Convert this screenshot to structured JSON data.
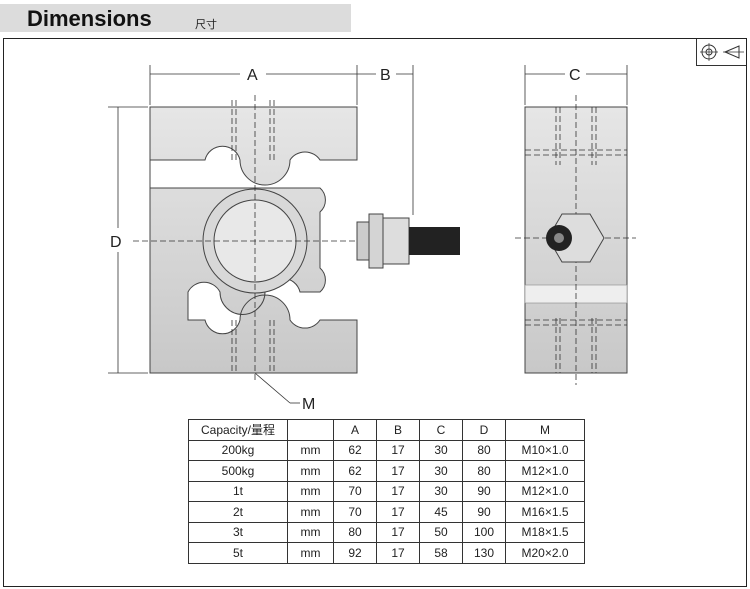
{
  "header": {
    "title": "Dimensions",
    "subtitle": "尺寸"
  },
  "drawing": {
    "labels": {
      "A": "A",
      "B": "B",
      "C": "C",
      "D": "D",
      "M": "M"
    },
    "projection_symbol": "first-angle-projection-icon"
  },
  "table": {
    "headers": [
      "Capacity/量程",
      "",
      "A",
      "B",
      "C",
      "D",
      "M"
    ],
    "rows": [
      [
        "200kg",
        "mm",
        "62",
        "17",
        "30",
        "80",
        "M10×1.0"
      ],
      [
        "500kg",
        "mm",
        "62",
        "17",
        "30",
        "80",
        "M12×1.0"
      ],
      [
        "1t",
        "mm",
        "70",
        "17",
        "30",
        "90",
        "M12×1.0"
      ],
      [
        "2t",
        "mm",
        "70",
        "17",
        "45",
        "90",
        "M16×1.5"
      ],
      [
        "3t",
        "mm",
        "80",
        "17",
        "50",
        "100",
        "M18×1.5"
      ],
      [
        "5t",
        "mm",
        "92",
        "17",
        "58",
        "130",
        "M20×2.0"
      ]
    ]
  }
}
